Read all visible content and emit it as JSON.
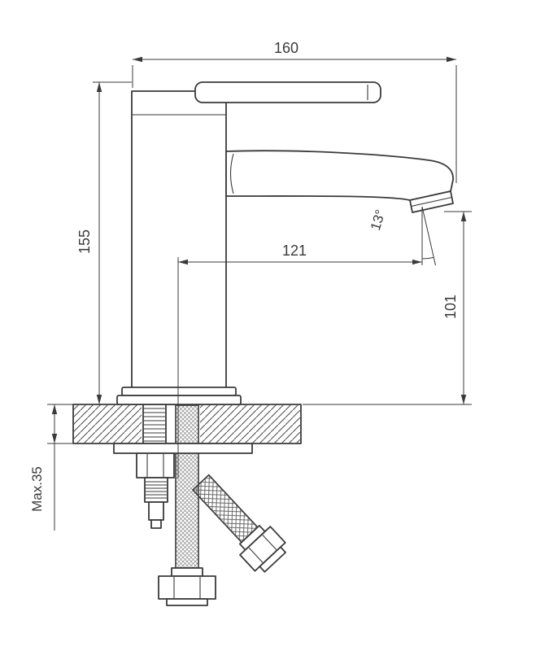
{
  "drawing": {
    "dimensions": {
      "overall_width": "160",
      "total_height": "155",
      "spout_reach": "121",
      "outlet_height": "101",
      "spout_angle": "13°",
      "max_mounting_thickness": "Max.35"
    },
    "colors": {
      "line": "#3a3a3a",
      "background": "#ffffff"
    }
  }
}
